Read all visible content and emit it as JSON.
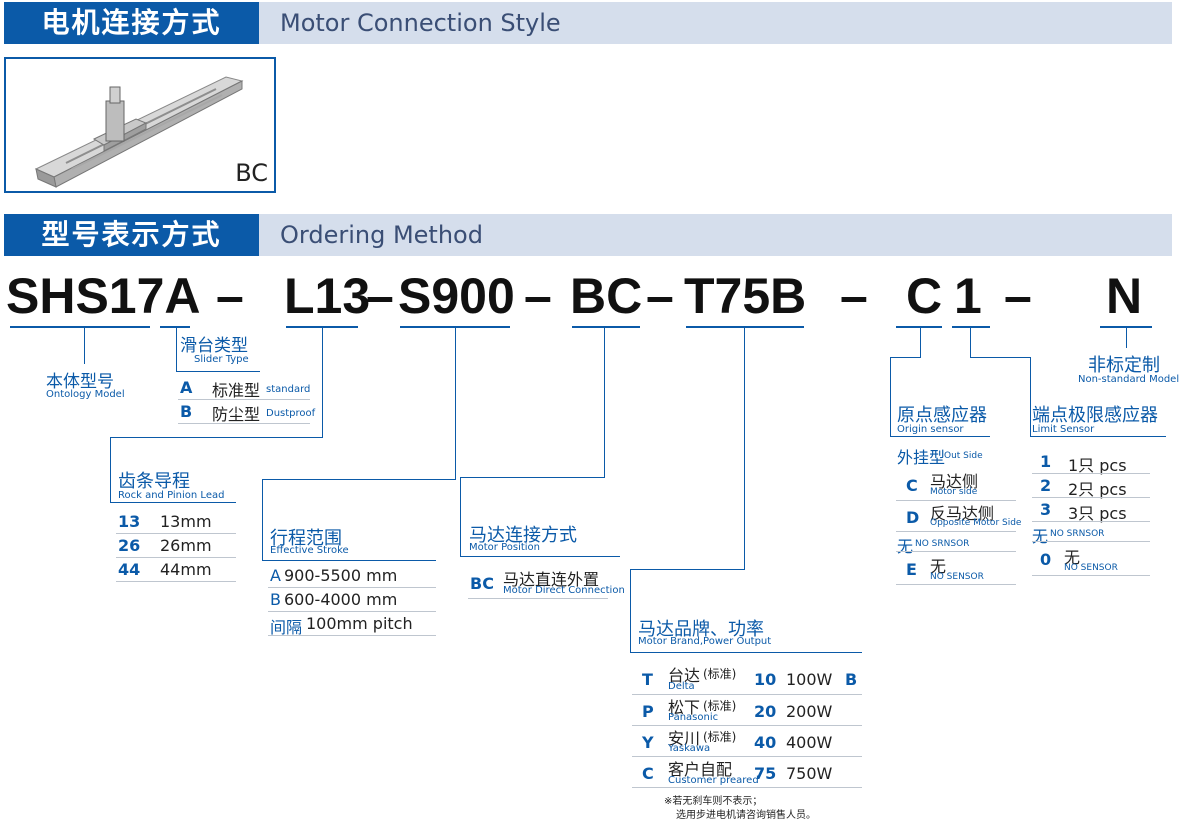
{
  "section1": {
    "title_cn": "电机连接方式",
    "title_en": "Motor Connection Style"
  },
  "image_label": "BC",
  "section2": {
    "title_cn": "型号表示方式",
    "title_en": "Ordering Method"
  },
  "model_code": {
    "p1": "SHS17A",
    "d1": "–",
    "p2": "L13",
    "d2": "–",
    "p3": "S900",
    "d3": "–",
    "p4": "BC",
    "d4": "–",
    "p5": "T75B",
    "d5": "–",
    "p6": "C",
    "p7": "1",
    "d6": "–",
    "p8": "N"
  },
  "ontology": {
    "cn": "本体型号",
    "en": "Ontology Model"
  },
  "slider": {
    "cn": "滑台类型",
    "en": "Slider Type",
    "items": [
      {
        "code": "A",
        "cn": "标准型",
        "en": "standard"
      },
      {
        "code": "B",
        "cn": "防尘型",
        "en": "Dustproof"
      }
    ]
  },
  "lead": {
    "cn": "齿条导程",
    "en": "Rock and Pinion Lead",
    "items": [
      {
        "code": "13",
        "val": "13mm"
      },
      {
        "code": "26",
        "val": "26mm"
      },
      {
        "code": "44",
        "val": "44mm"
      }
    ]
  },
  "stroke": {
    "cn": "行程范围",
    "en": "Effective Stroke",
    "items": [
      {
        "code": "A",
        "val": "900-5500 mm"
      },
      {
        "code": "B",
        "val": "600-4000 mm"
      },
      {
        "code": "间隔",
        "val": "100mm pitch"
      }
    ]
  },
  "position": {
    "cn": "马达连接方式",
    "en": "Motor Position",
    "item": {
      "code": "BC",
      "cn": "马达直连外置",
      "en": "Motor Direct Connection"
    }
  },
  "brand": {
    "cn": "马达品牌、功率",
    "en": "Motor Brand,Power Output",
    "rows": [
      {
        "code": "T",
        "cn": "台达",
        "tag": "(标准)",
        "en": "Delta",
        "pcode": "10",
        "power": "100W"
      },
      {
        "code": "P",
        "cn": "松下",
        "tag": "(标准)",
        "en": "Panasonic",
        "pcode": "20",
        "power": "200W"
      },
      {
        "code": "Y",
        "cn": "安川",
        "tag": "(标准)",
        "en": "Yaskawa",
        "pcode": "40",
        "power": "400W"
      },
      {
        "code": "C",
        "cn": "客户自配",
        "tag": "",
        "en": "Customer preared",
        "pcode": "75",
        "power": "750W"
      }
    ],
    "brake": "B",
    "note1": "※若无刹车则不表示；",
    "note2": "选用步进电机请咨询销售人员。"
  },
  "origin": {
    "cn": "原点感应器",
    "en": "Origin sensor",
    "outside_cn": "外挂型",
    "outside_en": "Out Side",
    "items": [
      {
        "code": "C",
        "cn": "马达侧",
        "en": "Motor side"
      },
      {
        "code": "D",
        "cn": "反马达侧",
        "en": "Opposite Motor Side"
      }
    ],
    "none_cn": "无",
    "none_en": "NO SRNSOR",
    "none_item": {
      "code": "E",
      "cn": "无",
      "en": "NO SENSOR"
    }
  },
  "limit": {
    "cn": "端点极限感应器",
    "en": "Limit Sensor",
    "items": [
      {
        "code": "1",
        "val": "1只 pcs"
      },
      {
        "code": "2",
        "val": "2只 pcs"
      },
      {
        "code": "3",
        "val": "3只 pcs"
      }
    ],
    "none_cn": "无",
    "none_en": "NO SRNSOR",
    "none_item": {
      "code": "0",
      "cn": "无",
      "en": "NO SENSOR"
    }
  },
  "nonstd": {
    "cn": "非标定制",
    "en": "Non-standard Model"
  }
}
